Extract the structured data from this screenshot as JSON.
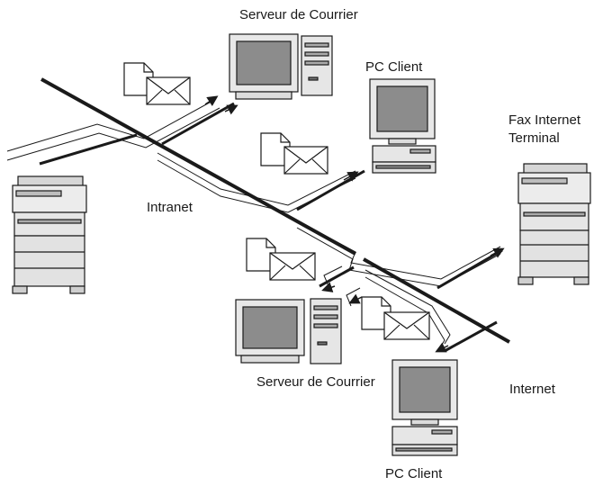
{
  "labels": {
    "mail_server_top": "Serveur de Courrier",
    "pc_client_top": "PC Client",
    "fax_terminal_line1": "Fax Internet",
    "fax_terminal_line2": "Terminal",
    "intranet": "Intranet",
    "mail_server_bottom": "Serveur de Courrier",
    "internet": "Internet",
    "pc_client_bottom": "PC Client"
  },
  "colors": {
    "ink": "#1a1a1a",
    "screen": "#8c8c8c",
    "device": "#e6e6e6",
    "background": "#ffffff"
  },
  "icons": [
    "multifunction-printer-icon",
    "fax-terminal-icon",
    "mail-server-icon",
    "pc-client-icon",
    "document-icon",
    "envelope-icon"
  ]
}
